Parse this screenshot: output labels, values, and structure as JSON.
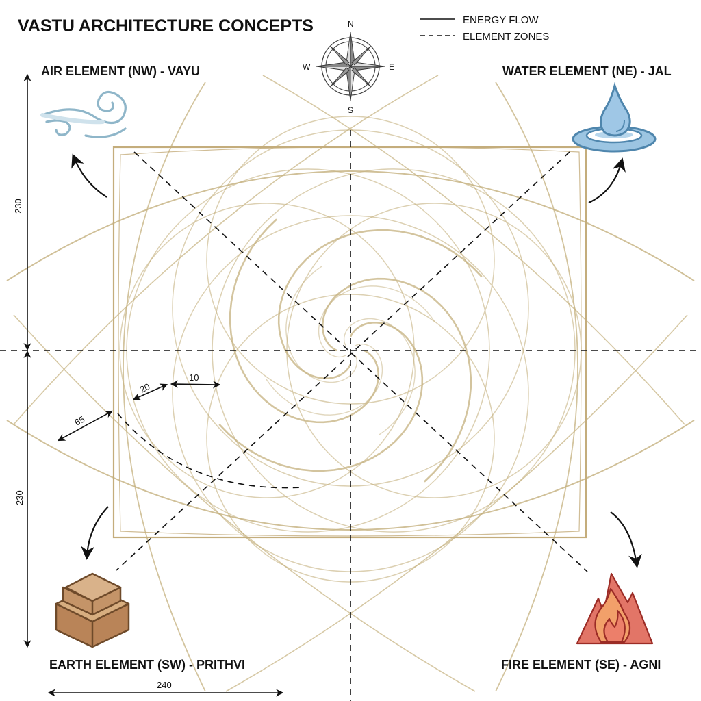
{
  "title": "VASTU ARCHITECTURE CONCEPTS",
  "legend": [
    {
      "style": "solid",
      "label": "ENERGY FLOW"
    },
    {
      "style": "dashed",
      "label": "ELEMENT ZONES"
    }
  ],
  "compass": {
    "north": "N",
    "south": "S",
    "east": "E",
    "west": "W"
  },
  "elements": {
    "air": {
      "label": "AIR ELEMENT (NW) - VAYU",
      "icon": "wind-swirl-icon",
      "color": "#8fb8cc"
    },
    "water": {
      "label": "WATER ELEMENT (NE) - JAL",
      "icon": "water-drop-icon",
      "color": "#7fb2d6"
    },
    "earth": {
      "label": "EARTH ELEMENT (SW) - PRITHVI",
      "icon": "stacked-blocks-icon",
      "color": "#b88a5c"
    },
    "fire": {
      "label": "FIRE ELEMENT (SE) - AGNI",
      "icon": "flame-icon",
      "color": "#e06a5a"
    }
  },
  "dimensions": {
    "upper_height": "230",
    "lower_height": "230",
    "width": "240",
    "offset_a": "65",
    "offset_b": "20",
    "offset_c": "10"
  },
  "colors": {
    "curves": "#c4b07e",
    "ink": "#111111"
  }
}
